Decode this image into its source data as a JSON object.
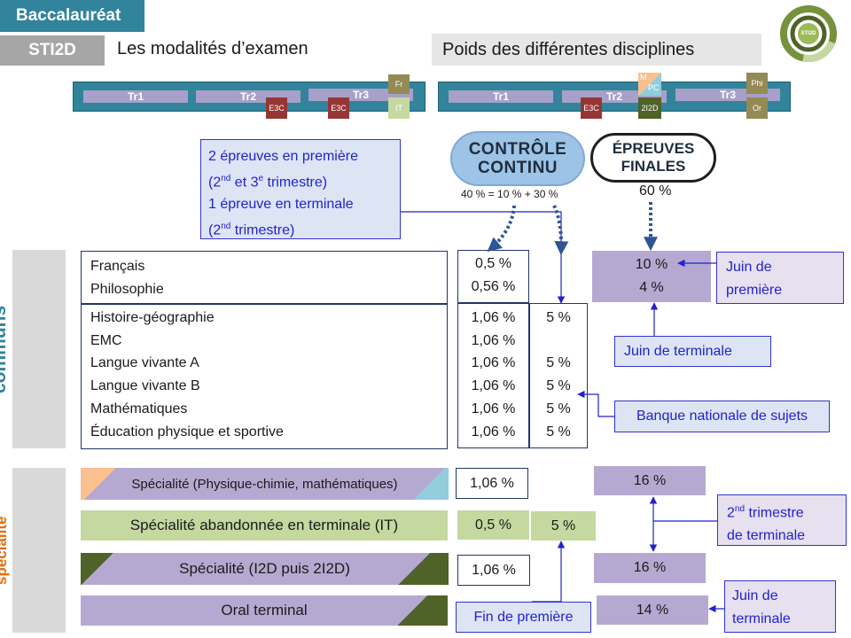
{
  "header": {
    "bac": "Baccalauréat",
    "sti2d": "STI2D",
    "modalites": "Les modalités d’examen",
    "poids": "Poids des différentes disciplines"
  },
  "logo": {
    "text": "STI2D"
  },
  "timeline_left": {
    "tr1": "Tr1",
    "tr2": "Tr2",
    "tr3": "Tr3",
    "e3c_a": "E3C",
    "e3c_b": "E3C",
    "fr": "Fr",
    "it": "IT"
  },
  "timeline_right": {
    "tr1": "Tr1",
    "tr2": "Tr2",
    "tr3": "Tr3",
    "e3c": "E3C",
    "m": "M",
    "pc": "PC",
    "i2d": "2I2D",
    "phi": "Phi",
    "or": "Or"
  },
  "epreuves_box": {
    "line1": "2 épreuves en première",
    "line2a": "(2",
    "line2b": "nd",
    "line2c": " et 3",
    "line2d": "e",
    "line2e": " trimestre)",
    "line3": "1 épreuve en terminale",
    "line4a": "(2",
    "line4b": "nd",
    "line4c": "  trimestre)"
  },
  "badges": {
    "controle_l1": "CONTRÔLE",
    "controle_l2": "CONTINU",
    "finales_l1": "ÉPREUVES",
    "finales_l2": "FINALES",
    "controle_formula": "40 % = 10 % + 30 %",
    "finales_pct": "60 %"
  },
  "sections": {
    "communs": "Enseignements communs",
    "specialite": "Enseignements de spécialité"
  },
  "communs": {
    "group1": [
      "Français",
      "Philosophie"
    ],
    "group1_cc": [
      "0,5 %",
      "0,56 %"
    ],
    "group1_final": [
      "10 %",
      "4 %"
    ],
    "group2": [
      "Histoire-géographie",
      "EMC",
      "Langue vivante A",
      "Langue vivante B",
      "Mathématiques",
      "Éducation physique et sportive"
    ],
    "group2_cc10": [
      "1,06 %",
      "1,06 %",
      "1,06 %",
      "1,06 %",
      "1,06 %",
      "1,06 %"
    ],
    "group2_cc30": [
      "5 %",
      "",
      "5 %",
      "5 %",
      "5 %",
      "5 %"
    ]
  },
  "specialite": {
    "row1": "Spécialité (Physique-chimie, mathématiques)",
    "row1_cc": "1,06 %",
    "row1_final": "16 %",
    "row2": "Spécialité abandonnée en terminale (IT)",
    "row2_cc10": "0,5 %",
    "row2_cc30": "5 %",
    "row3": "Spécialité (I2D puis 2I2D)",
    "row3_cc": "1,06 %",
    "row3_final": "16 %",
    "row4": "Oral terminal",
    "row4_final": "14 %"
  },
  "callouts": {
    "juin_premiere_l1": "Juin de",
    "juin_premiere_l2": "première",
    "juin_terminale": "Juin de terminale",
    "banque": "Banque nationale de sujets",
    "trim_l1a": "2",
    "trim_l1b": "nd",
    "trim_l1c": " trimestre",
    "trim_l2": "de terminale",
    "juin_term2_l1": "Juin de",
    "juin_term2_l2": "terminale",
    "fin_premiere": "Fin de première"
  },
  "colors": {
    "teal": "#31849b",
    "purple_light": "#b6a9d1",
    "green_light": "#c4d8a0",
    "green_dark": "#4f6228",
    "peach": "#fac090",
    "cyan": "#92cddc",
    "dark_red": "#963634",
    "olive": "#948a54",
    "link_blue": "#2222cc"
  }
}
